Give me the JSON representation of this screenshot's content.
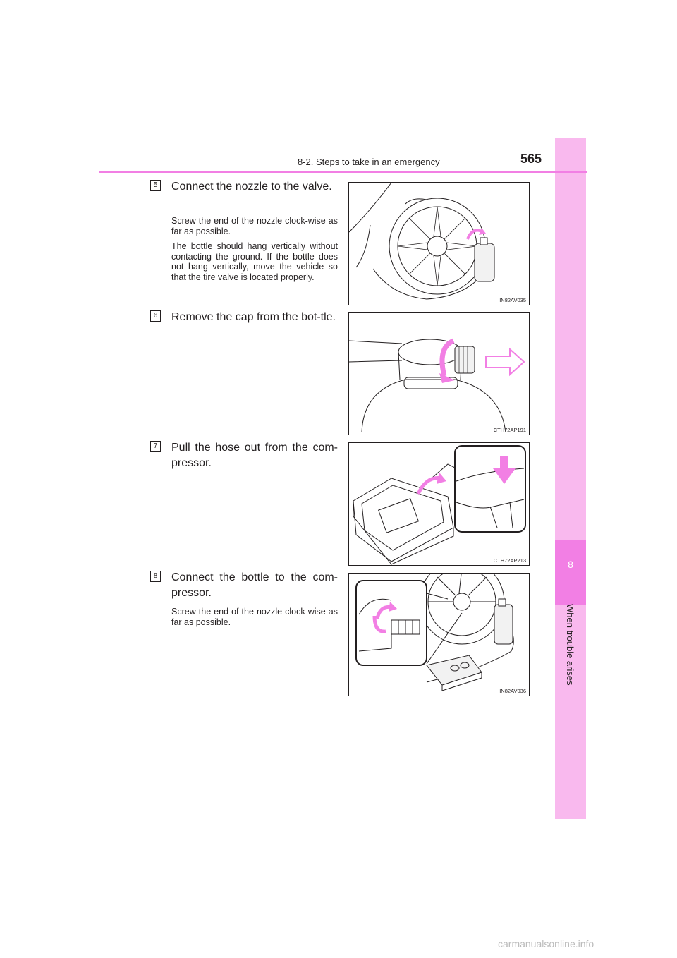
{
  "header": {
    "section": "8-2. Steps to take in an emergency",
    "page_number": "565"
  },
  "sidetab": {
    "chapter_number": "8",
    "chapter_title": "When trouble arises"
  },
  "steps": [
    {
      "num": "5",
      "heading": "Connect the nozzle to the valve.",
      "notes": [
        "Screw the end of the nozzle clock-wise as far as possible.",
        "The bottle should hang vertically without contacting the ground. If the bottle does not hang vertically, move the vehicle so that the tire valve is located properly."
      ],
      "figure_code": "IN82AV035"
    },
    {
      "num": "6",
      "heading": "Remove the cap from the bot-tle.",
      "notes": [],
      "figure_code": "CTH72AP191"
    },
    {
      "num": "7",
      "heading": "Pull the hose out from the com-pressor.",
      "notes": [],
      "figure_code": "CTH72AP213"
    },
    {
      "num": "8",
      "heading": "Connect the bottle to the com-pressor.",
      "notes": [
        "Screw the end of the nozzle clock-wise as far as possible."
      ],
      "figure_code": "IN82AV036"
    }
  ],
  "footer": "carmanualsonline.info",
  "colors": {
    "accent": "#f27fe4",
    "tab": "#f9b9ee"
  }
}
